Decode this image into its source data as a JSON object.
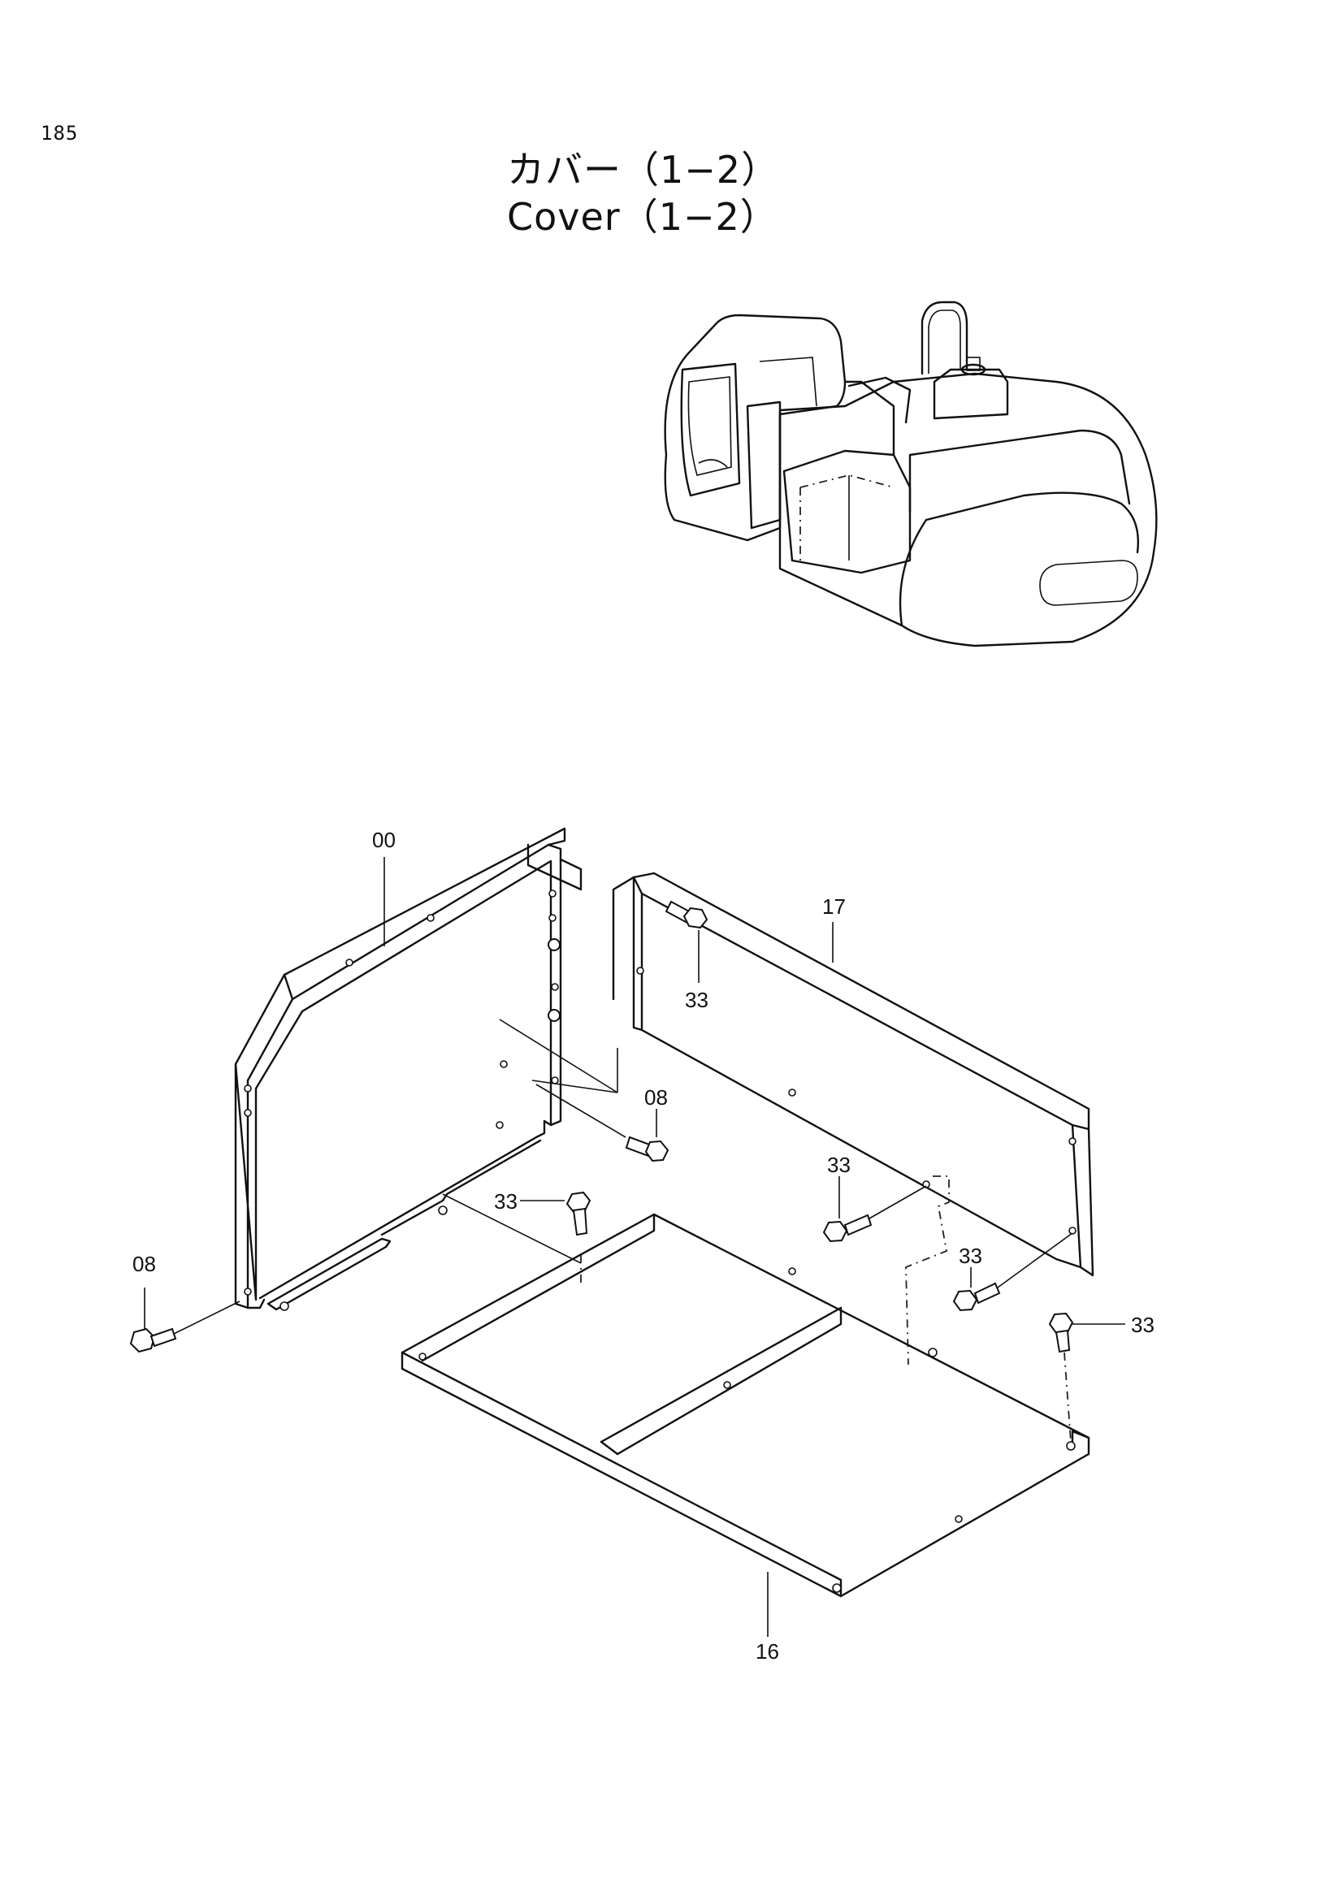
{
  "page_number": "185",
  "title": {
    "jp": "カバー（1−2）",
    "en": "Cover（1−2）"
  },
  "callouts": {
    "frame": "00",
    "side_panel": "17",
    "bolt_upper": "33",
    "bolt_mid_left": "08",
    "bolt_center_left": "33",
    "bolt_center": "33",
    "bolt_right": "33",
    "bolt_far_right": "33",
    "bolt_left": "08",
    "floor_plate": "16"
  },
  "colors": {
    "ink": "#111111",
    "paper": "#ffffff"
  }
}
